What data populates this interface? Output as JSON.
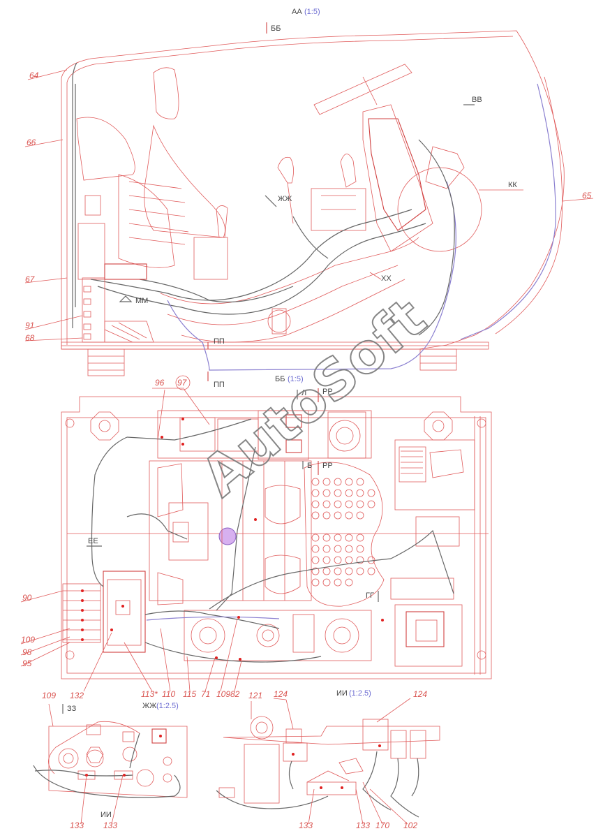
{
  "sections": {
    "aa": {
      "name": "АА",
      "scale": "(1:5)"
    },
    "bb": {
      "name": "ББ",
      "scale": "(1:5)"
    },
    "zhzh": {
      "name": "ЖЖ",
      "scale": "(1:2.5)"
    },
    "ii": {
      "name": "ИИ",
      "scale": "(1:2.5)"
    }
  },
  "view_marks": {
    "bb_top": "ББ",
    "vv": "ВВ",
    "kk": "КК",
    "zhzh": "ЖЖ",
    "xx": "ХХ",
    "mm": "ММ",
    "pp1": "ПП",
    "pp2": "ПП",
    "l": "Л",
    "rr1": "РР",
    "b": "Б",
    "rr2": "РР",
    "ee": "ЕЕ",
    "gg": "ГГ",
    "zz": "ЗЗ",
    "ii_mark": "ИИ"
  },
  "callouts": {
    "c64": "64",
    "c66": "66",
    "c67": "67",
    "c91": "91",
    "c68": "68",
    "c65": "65",
    "c96": "96",
    "c97": "97",
    "c90": "90",
    "c109a": "109",
    "c98": "98",
    "c95": "95",
    "c132": "132",
    "c113": "113*",
    "c110": "110",
    "c115": "115",
    "c71": "71",
    "c109b": "109",
    "c82": "82",
    "c109c": "109",
    "c133a": "133",
    "c133b": "133",
    "c121": "121",
    "c124a": "124",
    "c124b": "124",
    "c133c": "133",
    "c133d": "133",
    "c170": "170",
    "c102": "102"
  },
  "watermark": "AutoSoft",
  "colors": {
    "lines": "#e05a5a",
    "harness": "#666666",
    "section_scale": "#6b6bd1"
  }
}
